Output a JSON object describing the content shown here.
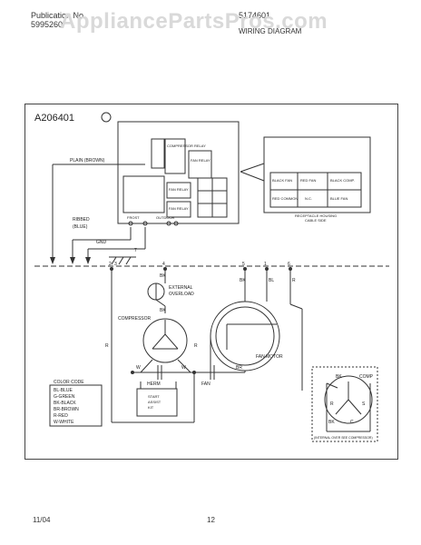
{
  "header": {
    "publication_label": "Publication No.",
    "publication_number": "5995260",
    "part_number": "5174601",
    "subtitle": "WIRING DIAGRAM"
  },
  "watermark": "AppliancePartsPros.com",
  "diagram": {
    "id": "A206401",
    "labels": {
      "plain": "PLAIN (BROWN)",
      "ribbed": "RIBBED",
      "ribbed_color": "(BLUE)",
      "gnd": "GND",
      "compressor_relay": "COMPRESSOR RELAY",
      "fan_relay_a": "FAN RELAY",
      "fan_relay_b": "FAN RELAY",
      "fan_relay_c": "FAN RELAY",
      "frost": "FROST",
      "outdoor": "OUTDOOR",
      "conn_black_fan": "BLACK FAN",
      "conn_red_fan": "RED FAN",
      "conn_black_comp": "BLACK COMP.",
      "conn_red_common": "RED COMMON",
      "conn_nc": "N.C.",
      "conn_blue_fan": "BLUE FAN",
      "receptacle": "RECEPTACLE HOUSING",
      "receptacle_sub": "CABLE SIDE",
      "bk_top": "BK",
      "bk_left": "BK",
      "bk_right": "BK",
      "bl": "BL",
      "r_fan": "R",
      "r_left": "R",
      "r_right": "R",
      "ext_overload": "EXTERNAL",
      "ext_overload2": "OVERLOAD",
      "compressor": "COMPRESSOR",
      "fan_motor": "FAN MOTOR",
      "herm": "HERM",
      "fan_cap": "FAN",
      "start_assist": "START",
      "start_assist2": "ASSIST",
      "start_assist3": "KIT",
      "w_left": "W",
      "w_mid": "W",
      "br": "BR",
      "bk_cr": "BK",
      "comp_small": "COMP",
      "r_small": "R",
      "s_small": "S",
      "bk_small": "BK",
      "c_small": "C",
      "internal_note": "(INTERNAL OVER SEE COMPRESSOR)",
      "t1": "1",
      "t2": "2",
      "t3": "3",
      "t4": "4",
      "t5": "5",
      "t6": "6",
      "t7": "7"
    },
    "color_code": {
      "title": "COLOR CODE",
      "items": [
        "BL-BLUE",
        "G-GREEN",
        "BK-BLACK",
        "BR-BROWN",
        "R-RED",
        "W-WHITE"
      ]
    }
  },
  "footer": {
    "date": "11/04",
    "page": "12"
  }
}
